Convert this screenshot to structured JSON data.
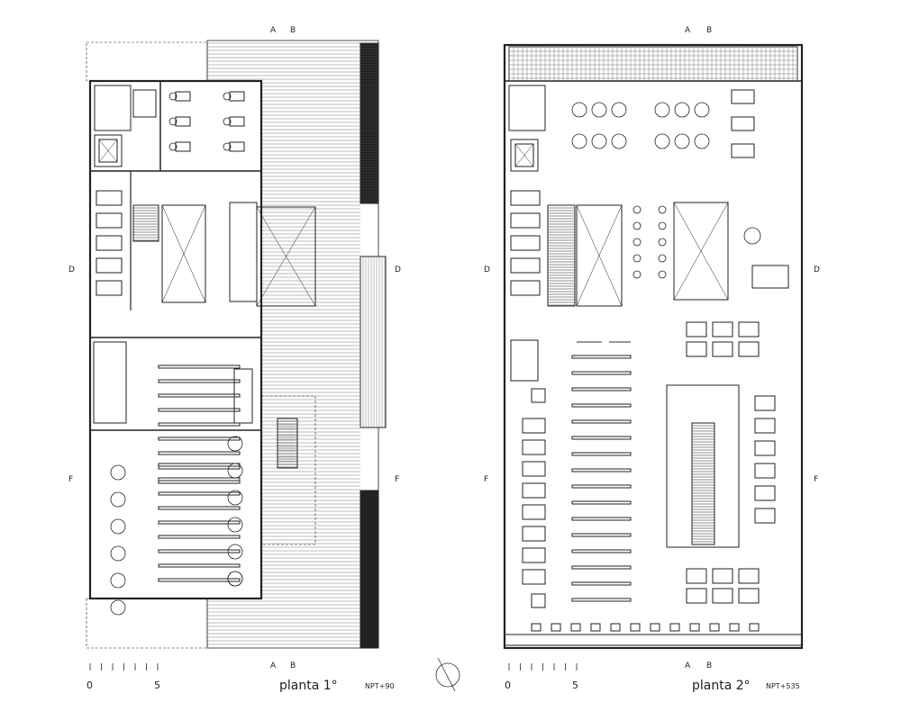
{
  "plans": [
    {
      "title": "planta 1°",
      "level": "NPT+90",
      "scale": {
        "start": "0",
        "end": "5"
      }
    },
    {
      "title": "planta 2°",
      "level": "NPT+535",
      "scale": {
        "start": "0",
        "end": "5"
      }
    }
  ],
  "section_markers": {
    "a": "A",
    "b": "B",
    "d": "D",
    "f": "F"
  },
  "north_arrow": "north-arrow-icon"
}
